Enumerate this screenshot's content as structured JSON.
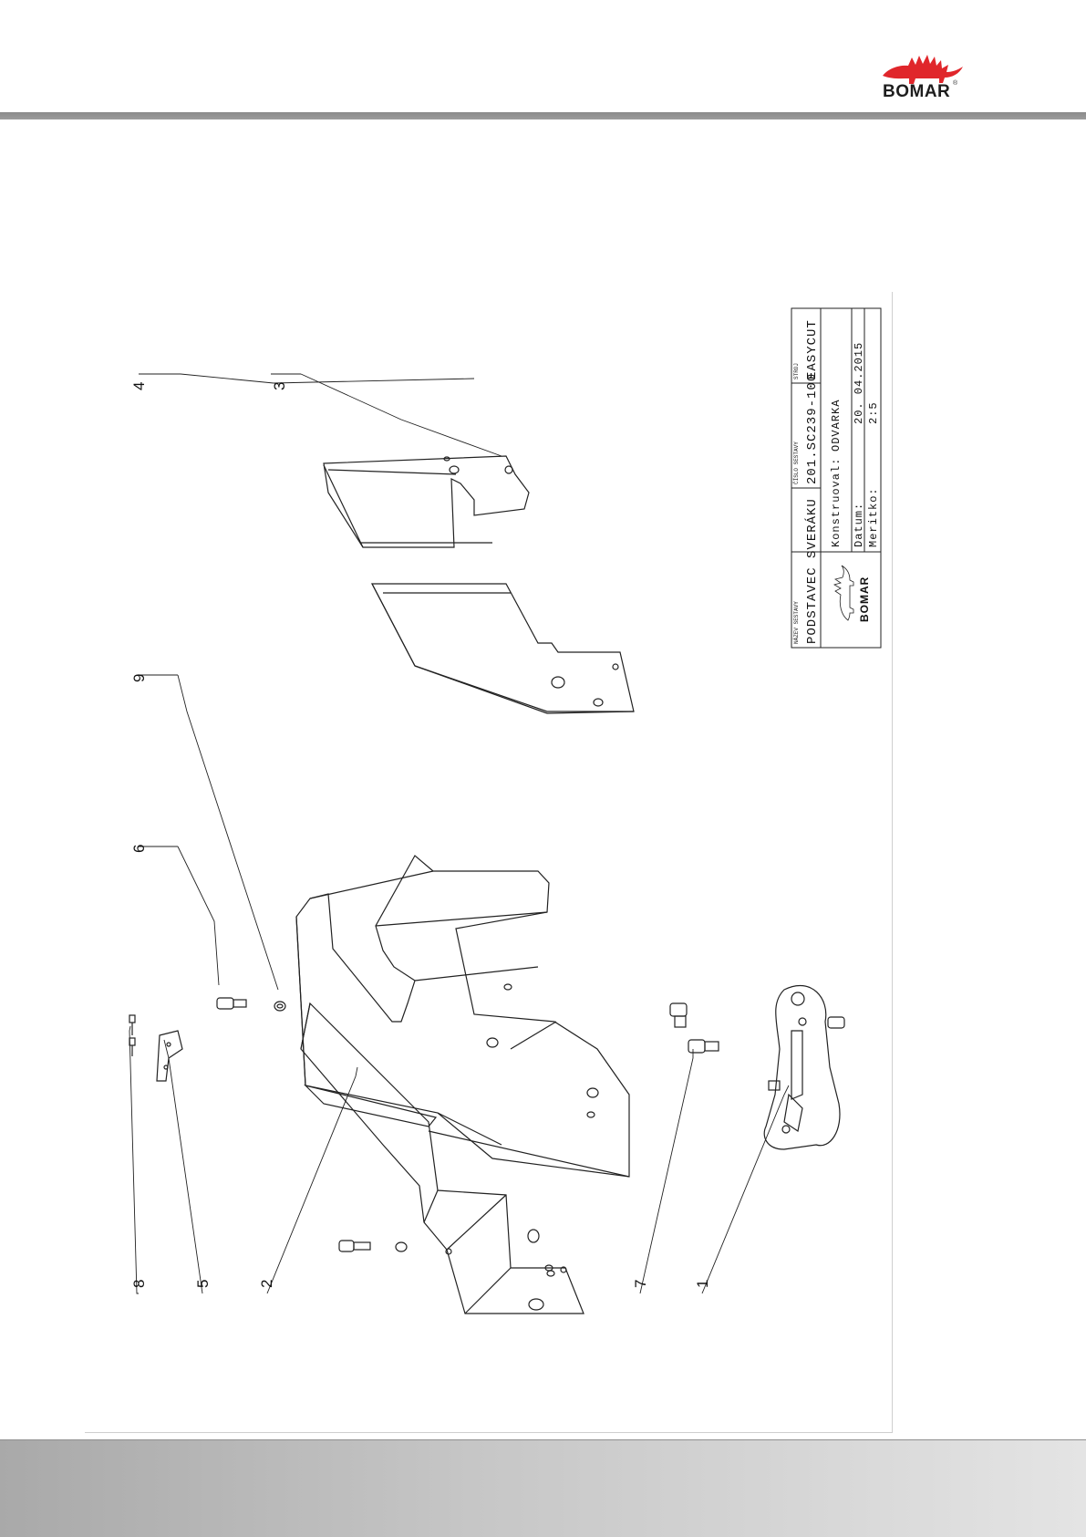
{
  "brand": {
    "logo_text": "BOMAR",
    "registered_mark": "®"
  },
  "callouts": [
    {
      "id": "8",
      "label": "8"
    },
    {
      "id": "5",
      "label": "5"
    },
    {
      "id": "2",
      "label": "2"
    },
    {
      "id": "7",
      "label": "7"
    },
    {
      "id": "1",
      "label": "1"
    },
    {
      "id": "6",
      "label": "6"
    },
    {
      "id": "9",
      "label": "9"
    },
    {
      "id": "4",
      "label": "4"
    },
    {
      "id": "3",
      "label": "3"
    }
  ],
  "title_block": {
    "assembly_name_header": "NÁZEV SESTAVY",
    "assembly_name": "PODSTAVEC SVERÁKU",
    "assembly_number_header": "ČÍSLO SESTAVY",
    "assembly_number": "201.SC239-100",
    "machine_header": "STROJ",
    "machine": "EASYCUT",
    "designer_label": "Konstruoval:",
    "designer": "ODVARKA",
    "date_label": "Datum:",
    "date": "20. 04.2015",
    "scale_label": "Meritko:",
    "scale": "2:5",
    "small_logo_text": "BOMAR"
  }
}
